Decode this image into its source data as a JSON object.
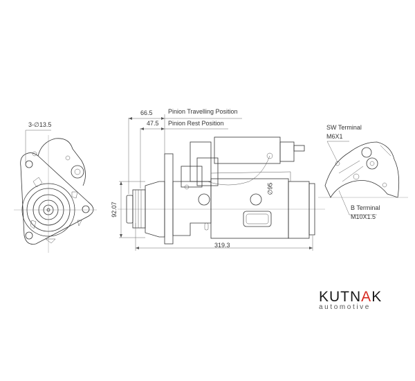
{
  "drawing": {
    "front_view": {
      "hole_callout": "3-∅13.5"
    },
    "side_view": {
      "pinion_travel_dim": "66.5",
      "pinion_travel_label": "Pinion Travelling Position",
      "pinion_rest_dim": "47.5",
      "pinion_rest_label": "Pinion Rest Position",
      "pilot_diameter_dim": "92.07",
      "body_diameter_dim": "∅95",
      "overall_length_dim": "319.3"
    },
    "rear_view": {
      "sw_terminal_label": "SW Terminal",
      "sw_terminal_thread": "M6X1",
      "b_terminal_label": "B Terminal",
      "b_terminal_thread": "M10X1.5"
    }
  },
  "brand": {
    "name": "KUTNAK",
    "tagline": "automotive",
    "accent_color": "#d6281f"
  }
}
